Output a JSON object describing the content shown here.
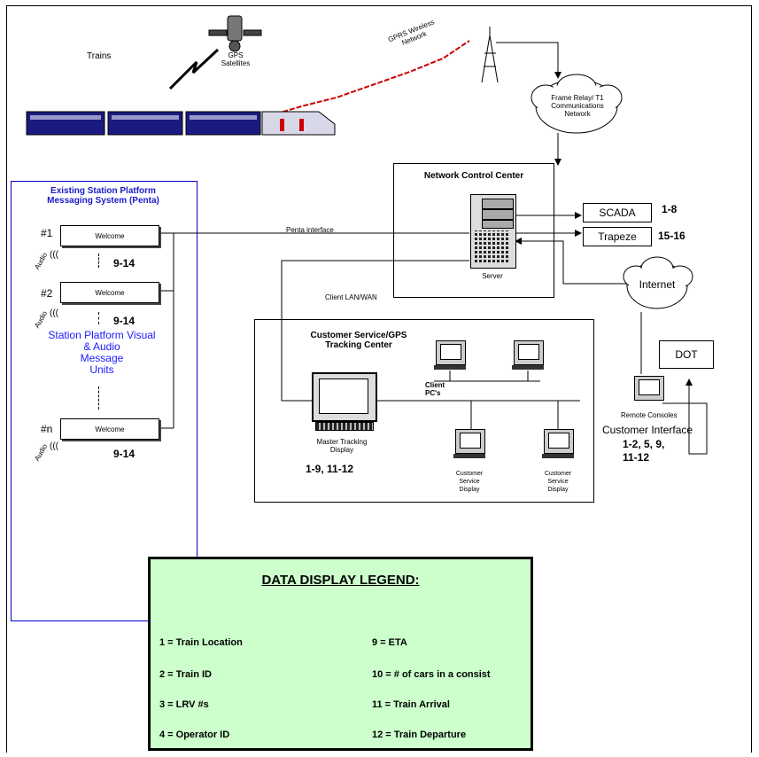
{
  "trains": {
    "label": "Trains"
  },
  "satellite": {
    "label_line1": "GPS",
    "label_line2": "Satellites"
  },
  "gprs": {
    "label_line1": "GPRS Wireless",
    "label_line2": "Network"
  },
  "frame_relay": {
    "line1": "Frame Relay/ T1",
    "line2": "Communications",
    "line3": "Network"
  },
  "ncc": {
    "title": "Network Control Center",
    "server_label": "Server"
  },
  "scada": {
    "label": "SCADA",
    "codes": "1-8"
  },
  "trapeze": {
    "label": "Trapeze",
    "codes": "15-16"
  },
  "internet": {
    "label": "Internet"
  },
  "dot": {
    "label": "DOT"
  },
  "customer_interface": {
    "remote_label": "Remote Consoles",
    "title": "Customer Interface",
    "codes_line1": "1-2, 5, 9,",
    "codes_line2": "11-12"
  },
  "station": {
    "title_line1": "Existing Station Platform",
    "title_line2": "Messaging System (Penta)",
    "units": [
      {
        "id": "#1",
        "sign": "Welcome",
        "codes": "9-14",
        "audio": "Audio"
      },
      {
        "id": "#2",
        "sign": "Welcome",
        "codes": "9-14",
        "audio": "Audio"
      },
      {
        "id": "#n",
        "sign": "Welcome",
        "codes": "9-14",
        "audio": "Audio"
      }
    ],
    "visual_line1": "Station Platform Visual",
    "visual_line2": "& Audio",
    "visual_line3": "Message",
    "visual_line4": "Units"
  },
  "links": {
    "penta": "Penta interface",
    "client_lan": "Client LAN/WAN"
  },
  "tracking": {
    "title_line1": "Customer Service/GPS",
    "title_line2": "Tracking Center",
    "master_line1": "Master Tracking",
    "master_line2": "Display",
    "master_codes": "1-9, 11-12",
    "client_line1": "Client",
    "client_line2": "PC's",
    "csd_line1": "Customer",
    "csd_line2": "Service",
    "csd_line3": "Display"
  },
  "legend": {
    "title": "DATA DISPLAY LEGEND:",
    "items": [
      "1 = Train Location",
      "2 = Train ID",
      "3 = LRV #s",
      "4 = Operator ID",
      "9 = ETA",
      "10 = # of cars in a consist",
      "11 = Train Arrival",
      "12  = Train Departure"
    ]
  },
  "colors": {
    "station_blue": "#1a1aff",
    "legend_bg": "#ccffcc",
    "gprs_red": "#cc0000",
    "train_navy": "#1a1a80"
  }
}
